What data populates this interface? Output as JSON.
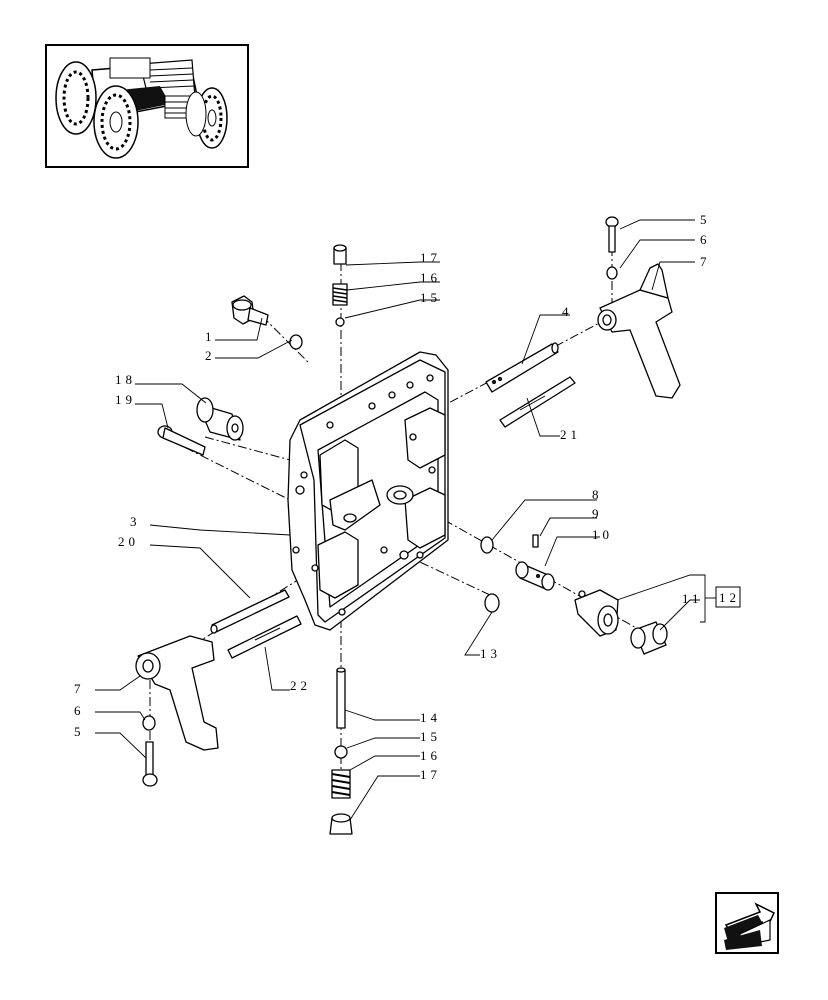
{
  "thumbnail": {
    "icon": "tractor-icon"
  },
  "navigation": {
    "next_icon": "arrow-next-icon"
  },
  "callouts": {
    "c1": "1",
    "c2": "2",
    "c3": "3",
    "c4": "4",
    "c5a": "5",
    "c6a": "6",
    "c7a": "7",
    "c5b": "5",
    "c6b": "6",
    "c7b": "7",
    "c8": "8",
    "c9": "9",
    "c10": "10",
    "c11": "11",
    "c12": "12",
    "c13": "13",
    "c14": "14",
    "c15a": "15",
    "c16a": "16",
    "c17a": "17",
    "c15b": "15",
    "c16b": "16",
    "c17b": "17",
    "c18": "18",
    "c19": "19",
    "c20": "20",
    "c21": "21",
    "c22": "22"
  }
}
